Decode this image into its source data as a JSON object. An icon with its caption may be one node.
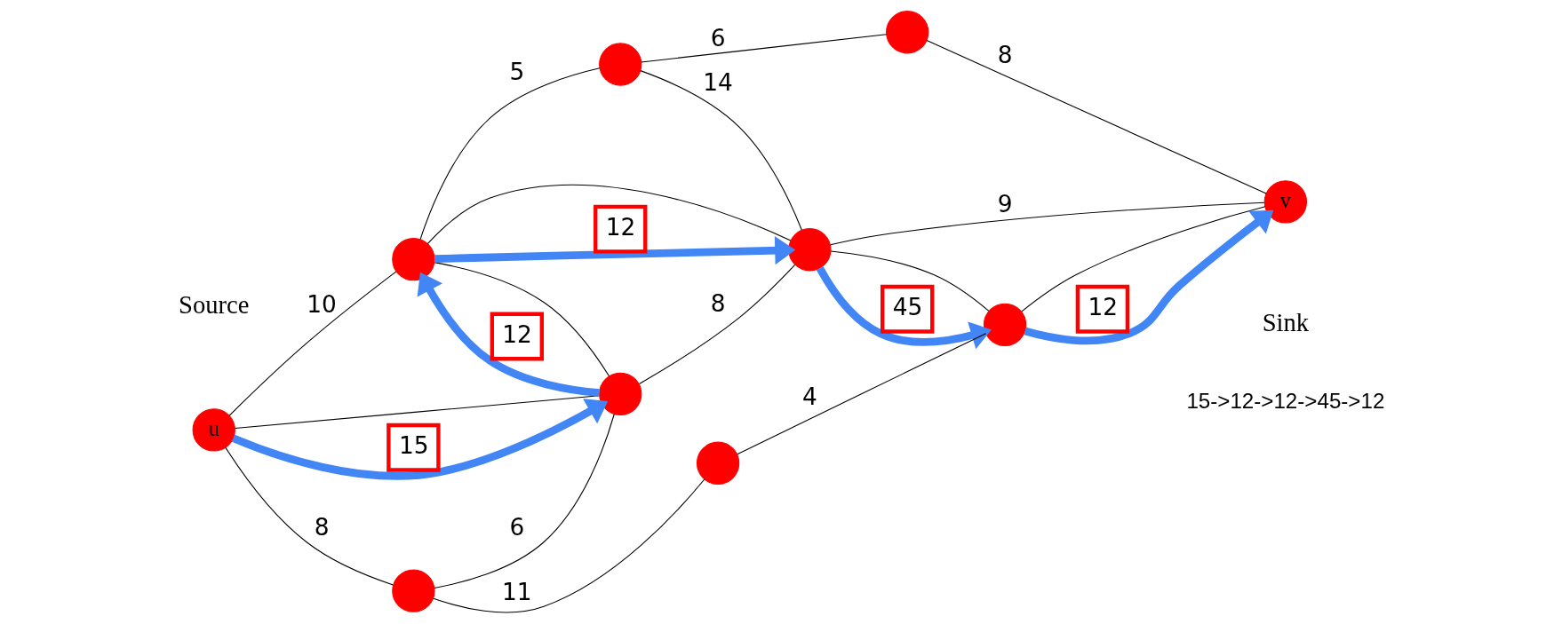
{
  "diagram": {
    "nodes": [
      {
        "text": [
          "u"
        ],
        "beside": [
          "Source"
        ]
      },
      {
        "text": [],
        "shape": "circle"
      },
      {
        "text": [],
        "shape": "circle"
      },
      {
        "text": [],
        "shape": "circle"
      },
      {
        "text": [],
        "shape": "circle"
      },
      {
        "text": [],
        "shape": "circle"
      },
      {
        "text": [
          "v"
        ],
        "beside": [
          "Sink"
        ]
      },
      {
        "text": [],
        "shape": "circle"
      },
      {
        "text": [],
        "shape": "circle"
      },
      {
        "text": [],
        "shape": "circle"
      }
    ],
    "edges": [
      {
        "from": 0,
        "to": 1,
        "arrow": "none",
        "label": "10"
      },
      {
        "from": 1,
        "to": 2,
        "arrow": "none",
        "label": "5"
      },
      {
        "from": 2,
        "to": 3,
        "arrow": "none",
        "label": "6"
      },
      {
        "from": 0,
        "to": 4,
        "arrow": "none"
      },
      {
        "from": 1,
        "to": 4,
        "arrow": "none"
      },
      {
        "from": 1,
        "to": 5,
        "arrow": "none"
      },
      {
        "from": 2,
        "to": 5,
        "arrow": "none",
        "label": "14"
      },
      {
        "from": 3,
        "to": 6,
        "arrow": "none",
        "label": "8"
      },
      {
        "from": 4,
        "to": 5,
        "arrow": "none",
        "label": "8"
      },
      {
        "from": 5,
        "to": 6,
        "arrow": "none",
        "label": "9"
      },
      {
        "from": 0,
        "to": 7,
        "arrow": "none",
        "label": "8"
      },
      {
        "from": 7,
        "to": 4,
        "arrow": "none",
        "label": "6"
      },
      {
        "from": 7,
        "to": 8,
        "arrow": "none",
        "label": "11"
      },
      {
        "from": 8,
        "to": 9,
        "arrow": "none",
        "label": "4"
      },
      {
        "from": 5,
        "to": 9,
        "arrow": "none"
      },
      {
        "from": 9,
        "to": 6,
        "arrow": "none"
      },
      {
        "from": 0,
        "to": 4,
        "arrow": "to",
        "label": "15",
        "style": "thick",
        "color": "#4285f4"
      },
      {
        "from": 4,
        "to": 1,
        "arrow": "to",
        "label": "12",
        "style": "thick",
        "color": "#4285f4"
      },
      {
        "from": 1,
        "to": 5,
        "arrow": "to",
        "label": "12",
        "style": "thick",
        "color": "#4285f4"
      },
      {
        "from": 5,
        "to": 9,
        "arrow": "to",
        "label": "45",
        "style": "thick",
        "color": "#4285f4"
      },
      {
        "from": 9,
        "to": 6,
        "arrow": "to",
        "label": "12",
        "style": "thick",
        "color": "#4285f4"
      }
    ],
    "labels": [
      "15->12->12->45->12"
    ]
  }
}
